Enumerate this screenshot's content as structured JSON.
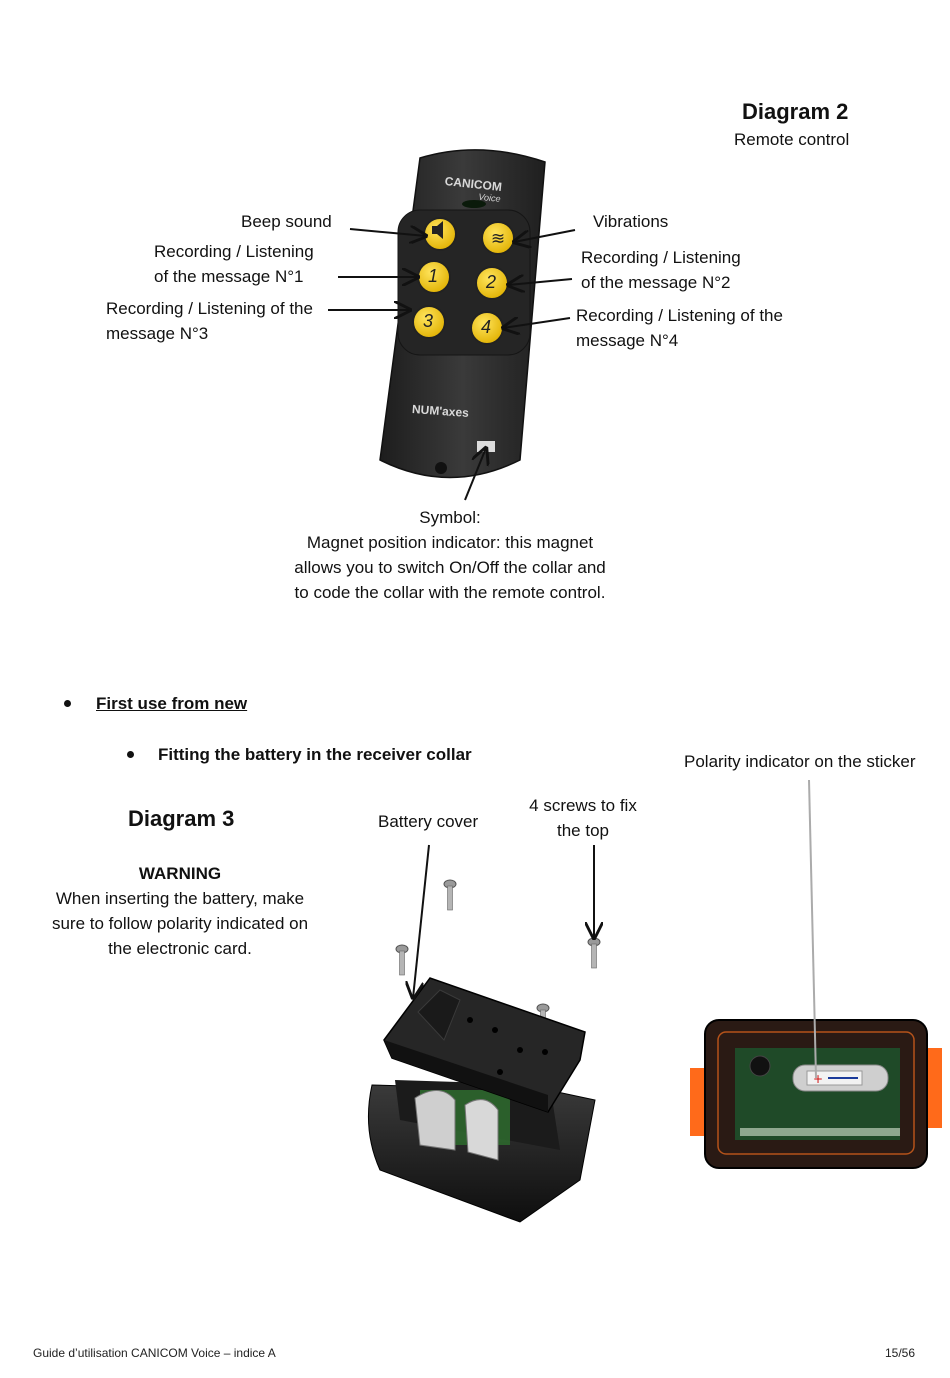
{
  "diagram2": {
    "title": "Diagram 2",
    "subtitle": "Remote control",
    "remote_brand": "CANICOM",
    "remote_brand_sub": "Voice",
    "remote_maker": "NUM'axes",
    "button_labels": [
      "1",
      "2",
      "3",
      "4"
    ],
    "labels": {
      "beep": "Beep sound",
      "vibrations": "Vibrations",
      "rec1_line1": "Recording / Listening",
      "rec1_line2": "of the message N°1",
      "rec2_line1": "Recording / Listening",
      "rec2_line2": "of the message N°2",
      "rec3_line1": "Recording / Listening of the",
      "rec3_line2": "message N°3",
      "rec4_line1": "Recording / Listening of the",
      "rec4_line2": "message N°4"
    },
    "symbol": {
      "line1": "Symbol:",
      "line2": "Magnet position indicator: this magnet",
      "line3": "allows you to switch On/Off the collar and",
      "line4": "to code the collar with the remote control."
    }
  },
  "section": {
    "heading": "First use from new",
    "subheading": "Fitting the battery in the receiver collar"
  },
  "diagram3": {
    "title": "Diagram 3",
    "warning_title": "WARNING",
    "warning_line1": "When inserting the battery, make",
    "warning_line2": "sure to follow polarity indicated on",
    "warning_line3": "the electronic card.",
    "battery_cover": "Battery cover",
    "screws_line1": "4 screws to fix",
    "screws_line2": "the top",
    "polarity": "Polarity indicator on the sticker"
  },
  "footer": {
    "left": "Guide d’utilisation CANICOM Voice – indice A",
    "right": "15/56"
  },
  "colors": {
    "remote_body": "#2b2b2b",
    "button_yellow": "#f3c400",
    "strap_orange": "#ff6a1a",
    "pcb_green": "#2e6b2e"
  }
}
